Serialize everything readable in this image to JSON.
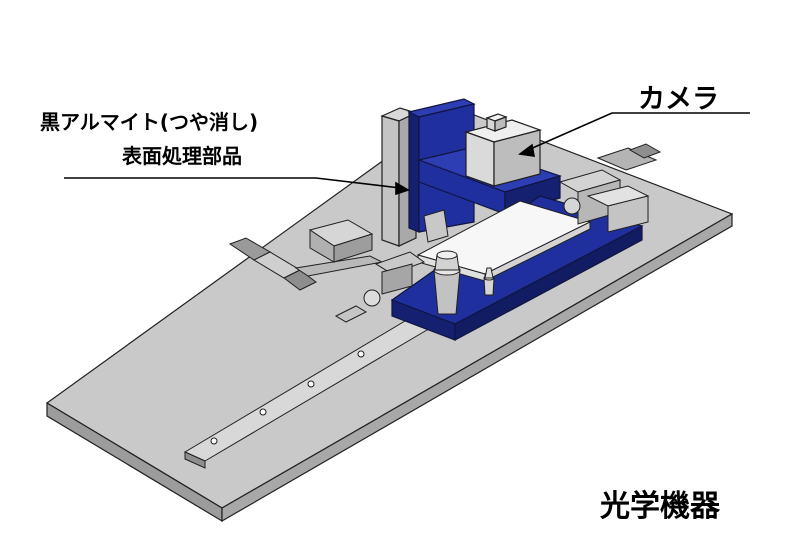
{
  "labels": {
    "surface_line1": "黒アルマイト(つや消し)",
    "surface_line2": "表面処理部品",
    "camera": "カメラ",
    "title": "光学機器"
  },
  "colors": {
    "base_plate_top": "#c9c9c9",
    "base_plate_side": "#9c9c9c",
    "anodized_blue": "#1f2f9e",
    "anodized_blue_dark": "#152070",
    "white_part": "#f7f7f7",
    "metal_gray": "#b9b9b9",
    "outline": "#202020"
  }
}
